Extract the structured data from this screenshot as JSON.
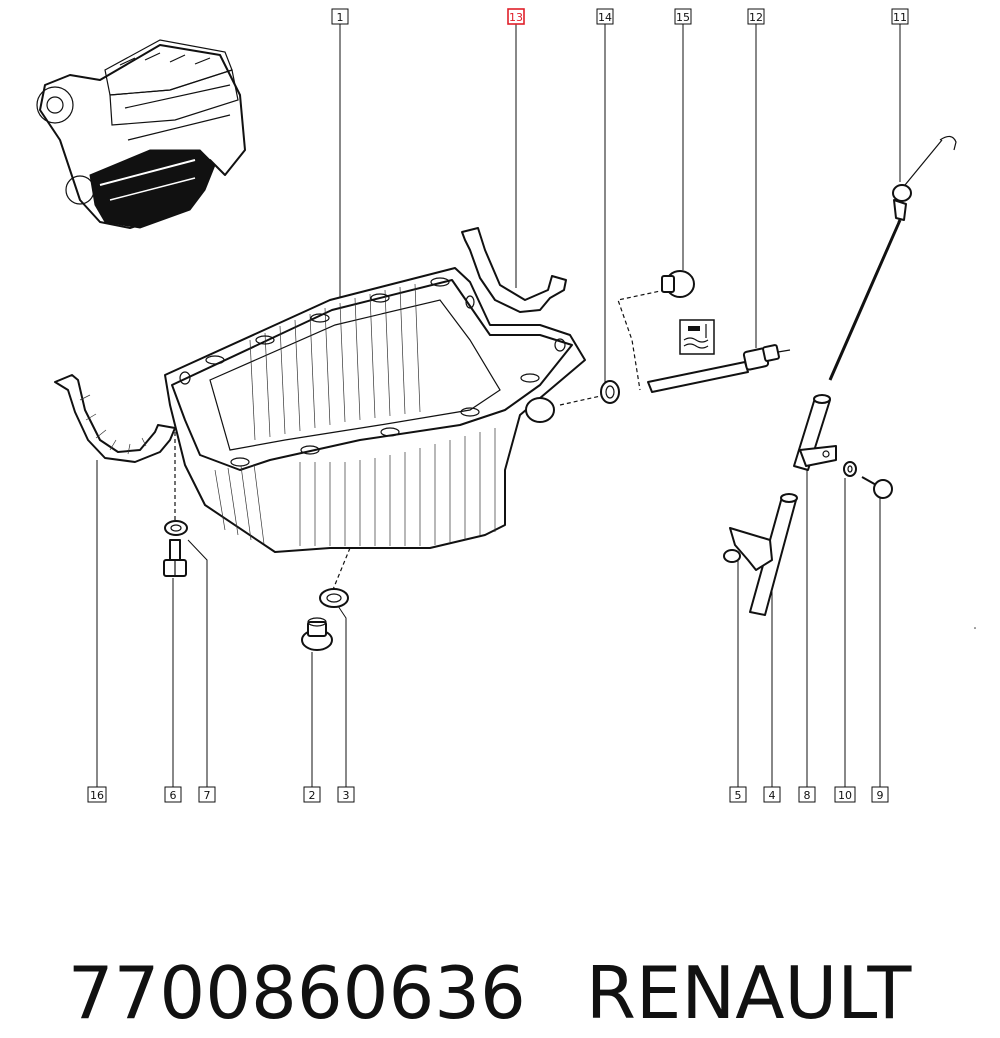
{
  "callouts": {
    "c1": "1",
    "c13": "13",
    "c14": "14",
    "c15": "15",
    "c12": "12",
    "c11": "11",
    "c16": "16",
    "c6": "6",
    "c7": "7",
    "c2": "2",
    "c3": "3",
    "c5": "5",
    "c4": "4",
    "c8": "8",
    "c10": "10",
    "c9": "9"
  },
  "highlighted_callout": "13",
  "footer": {
    "part_number": "7700860636",
    "brand": "RENAULT"
  },
  "colors": {
    "line": "#111111",
    "highlight": "#e0202a",
    "background": "#ffffff"
  }
}
